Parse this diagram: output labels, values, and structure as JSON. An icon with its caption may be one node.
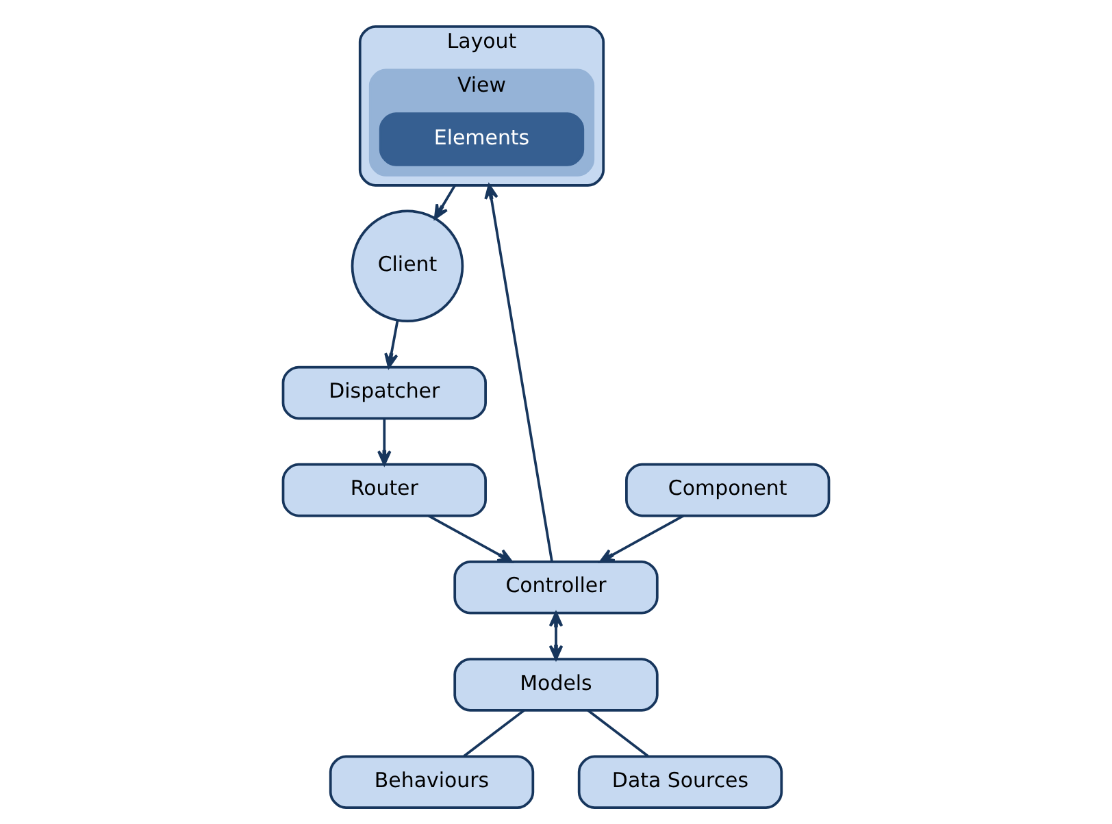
{
  "diagram": {
    "nodes": [
      {
        "text": [
          "Client"
        ]
      },
      {
        "text": [
          "Layout"
        ]
      },
      {
        "text": [
          "View"
        ],
        "in": 1
      },
      {
        "text": [
          "Elements"
        ],
        "in": 2
      },
      {
        "text": [
          "Dispatcher"
        ]
      },
      {
        "text": [
          "Router"
        ]
      },
      {
        "text": [
          "Controller"
        ]
      },
      {
        "text": [
          "Component"
        ]
      },
      {
        "text": [
          "Models"
        ]
      },
      {
        "text": [
          "Behaviours"
        ]
      },
      {
        "text": [
          "Data Sources"
        ]
      }
    ],
    "edges": [
      {
        "from": 1,
        "to": 0,
        "arrow": "to"
      },
      {
        "from": 0,
        "to": 4,
        "arrow": "to"
      },
      {
        "from": 4,
        "to": 5,
        "arrow": "to"
      },
      {
        "from": 5,
        "to": 6,
        "arrow": "to"
      },
      {
        "from": 6,
        "to": 1,
        "arrow": "to"
      },
      {
        "from": 7,
        "to": 6,
        "arrow": "to"
      },
      {
        "from": 6,
        "to": 8,
        "arrow": "both"
      },
      {
        "from": 8,
        "to": 9,
        "arrow": "none"
      },
      {
        "from": 8,
        "to": 10,
        "arrow": "none"
      }
    ]
  }
}
